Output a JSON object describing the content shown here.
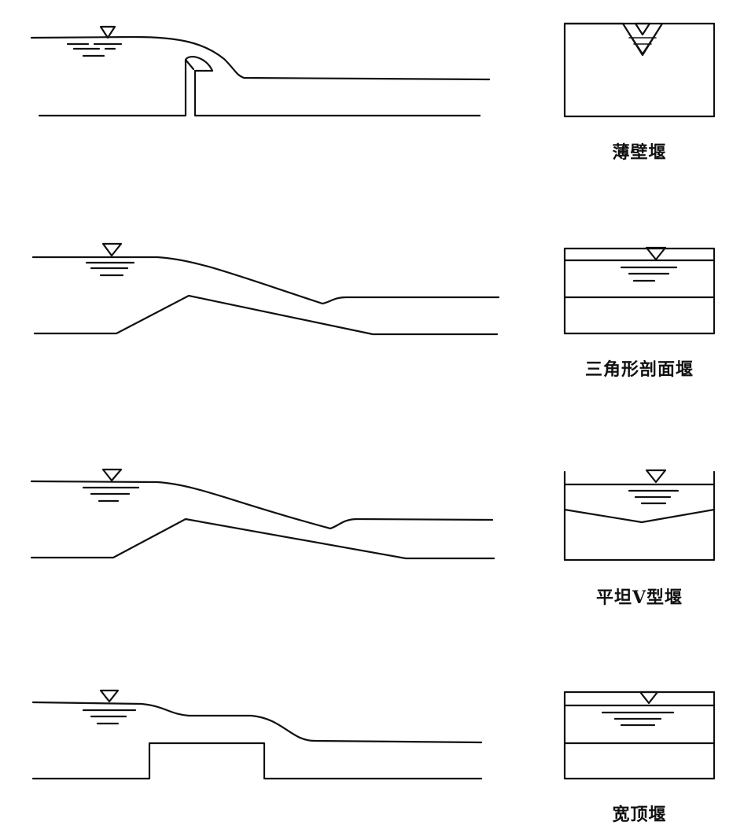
{
  "diagrams": [
    {
      "label": "薄壁堰"
    },
    {
      "label": "三角形剖面堰"
    },
    {
      "label": "平坦V型堰"
    },
    {
      "label": "宽顶堰"
    }
  ],
  "ink_color": "#111111"
}
